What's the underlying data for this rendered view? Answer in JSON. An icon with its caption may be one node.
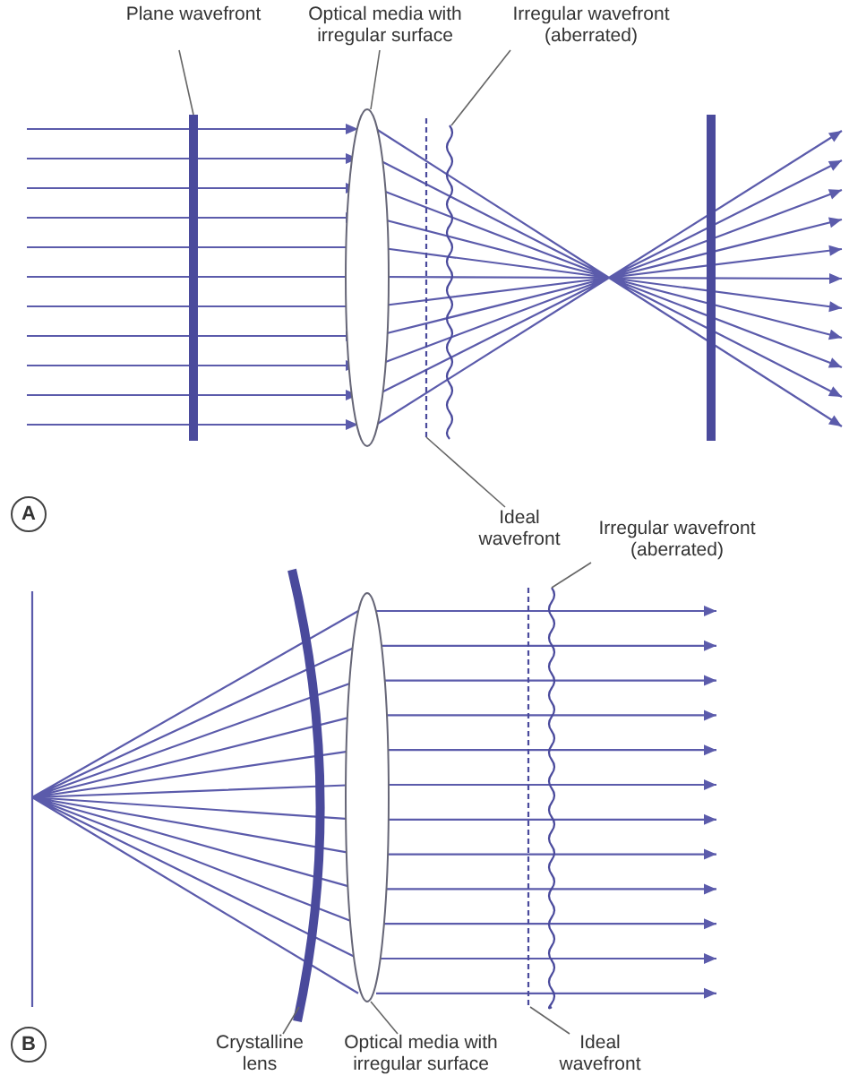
{
  "diagram": {
    "nodes": [
      {
        "text": [
          "Plane wavefront"
        ]
      },
      {
        "text": [],
        "shape": "bar"
      },
      {
        "text": [
          "Optical media with irregular surface"
        ]
      },
      {
        "text": [],
        "shape": "ellipse"
      },
      {
        "text": [
          "Irregular wavefront (aberrated)"
        ]
      },
      {
        "text": [],
        "shape": "line"
      },
      {
        "text": [
          "Ideal wavefront"
        ]
      },
      {
        "text": [],
        "shape": "line"
      },
      {
        "text": [
          "Irregular wavefront (aberrated)"
        ]
      },
      {
        "text": [],
        "shape": "line"
      },
      {
        "text": [
          "Crystalline lens"
        ]
      },
      {
        "text": [],
        "shape": "bar"
      },
      {
        "text": [
          "Optical media with irregular surface"
        ]
      },
      {
        "text": [],
        "shape": "ellipse"
      },
      {
        "text": [
          "Ideal wavefront"
        ]
      },
      {
        "text": [],
        "shape": "line"
      }
    ],
    "edges": [
      {
        "from": 0,
        "to": 1,
        "arrow": "none"
      },
      {
        "from": 2,
        "to": 3,
        "arrow": "none"
      },
      {
        "from": 4,
        "to": 5,
        "arrow": "none"
      },
      {
        "from": 6,
        "to": 7,
        "arrow": "none"
      },
      {
        "from": 8,
        "to": 9,
        "arrow": "none"
      },
      {
        "from": 10,
        "to": 11,
        "arrow": "none"
      },
      {
        "from": 12,
        "to": 13,
        "arrow": "none"
      },
      {
        "from": 14,
        "to": 15,
        "arrow": "none"
      }
    ],
    "labels": [
      "A",
      "B"
    ]
  }
}
